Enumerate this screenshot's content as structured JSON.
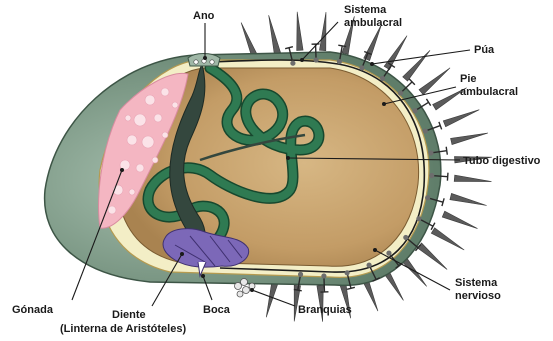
{
  "labels": {
    "ano": "Ano",
    "sistema_ambulacral_1": "Sistema",
    "sistema_ambulacral_2": "ambulacral",
    "pua": "Púa",
    "pie_ambulacral_1": "Pie",
    "pie_ambulacral_2": "ambulacral",
    "tubo_digestivo": "Tubo digestivo",
    "sistema_nervioso_1": "Sistema",
    "sistema_nervioso_2": "nervioso",
    "branquias": "Branquias",
    "boca": "Boca",
    "diente_1": "Diente",
    "diente_2": "(Linterna de Aristóteles)",
    "gonada": "Gónada"
  },
  "colors": {
    "shell_outer": "#7f9c88",
    "shell_inner_band": "#f3eec6",
    "body_cavity": "#c9a572",
    "gonad": "#f4b6c2",
    "gut": "#2f7a52",
    "gut_outline": "#17482e",
    "stone_canal": "#34473e",
    "lantern": "#7c68b8",
    "spine": "#5b5b5b"
  }
}
